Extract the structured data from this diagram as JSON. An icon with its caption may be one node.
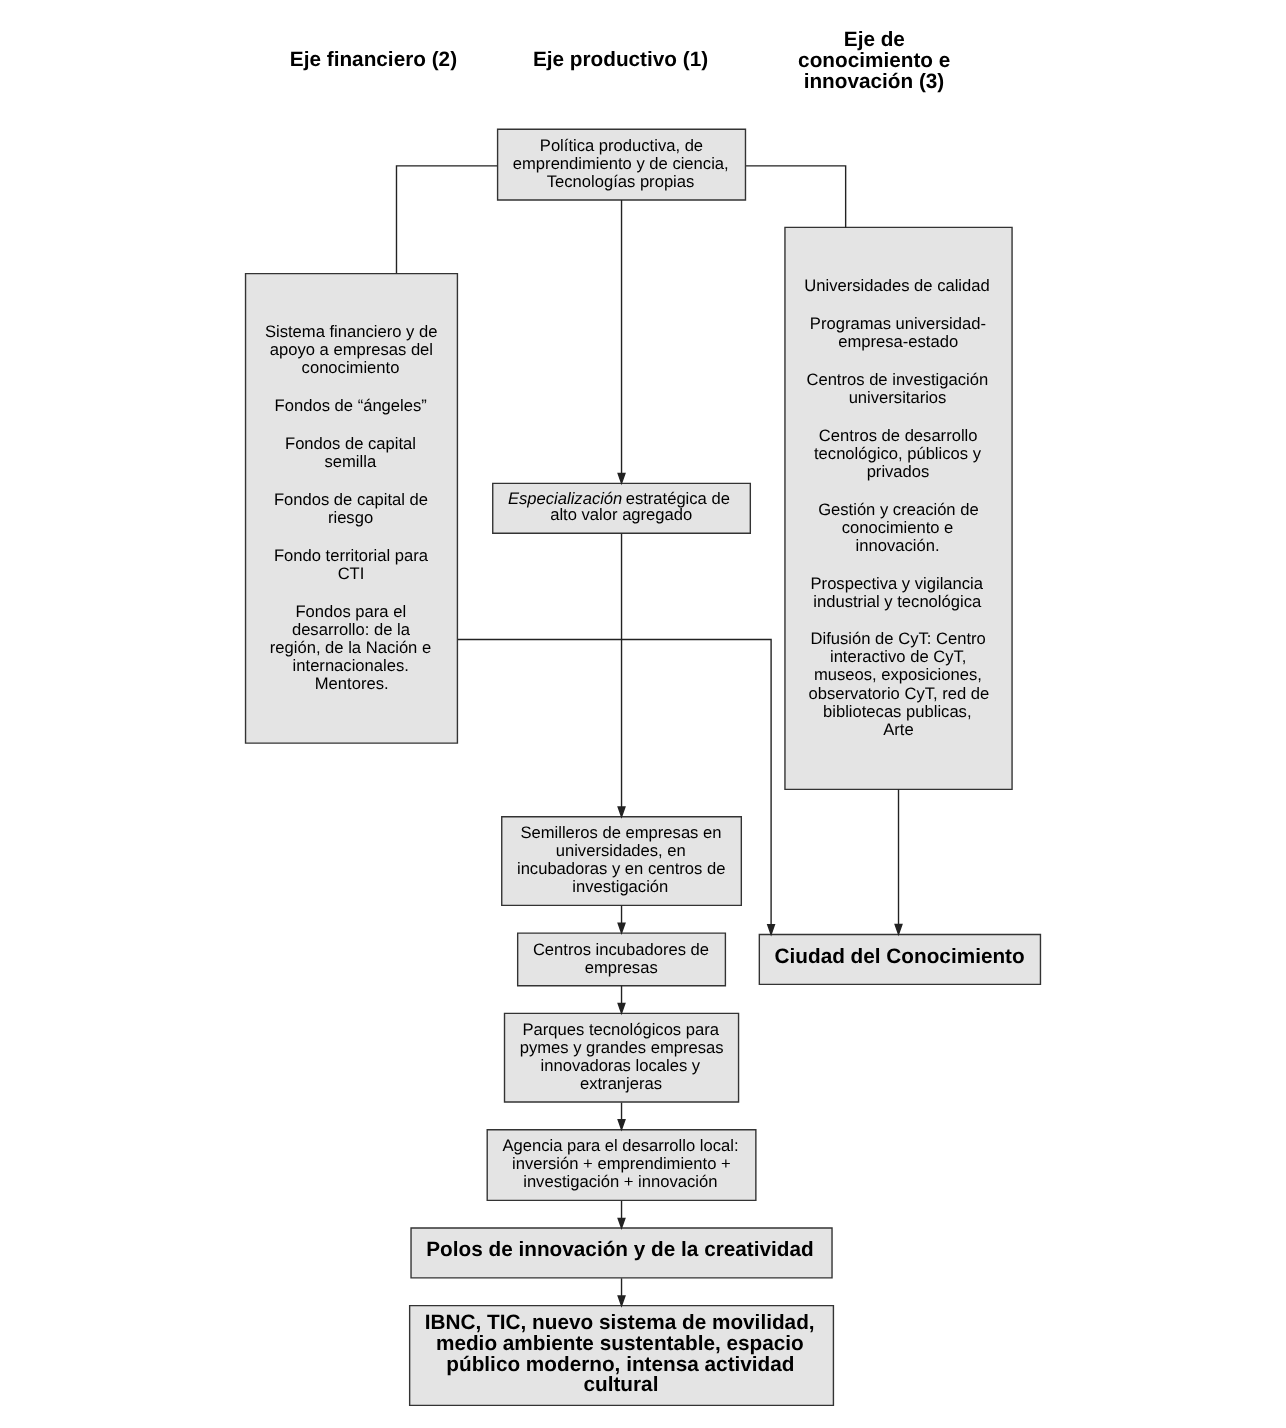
{
  "diagram": {
    "nodes": [
      {
        "text": [
          "Política productiva, de emprendimiento y de ciencia, Tecnologías propias"
        ]
      },
      {
        "text": [
          "Sistema financiero y de apoyo a empresas del conocimiento",
          "Fondos de “ángeles”",
          "Fondos de capital semilla",
          "Fondos de capital de riesgo",
          "Fondo territorial para CTI",
          "Fondos para el desarrollo: de la región, de la Nación e internacionales. Mentores."
        ]
      },
      {
        "text": [
          "Universidades de calidad",
          "Programas universidad-empresa-estado",
          "Centros de investigación universitarios",
          "Centros de desarrollo tecnológico, públicos y privados",
          "Gestión y creación de conocimiento e innovación.",
          "Prospectiva y vigilancia industrial y tecnológica",
          "Difusión de CyT: Centro interactivo de CyT, museos, exposiciones, observatorio CyT, red de bibliotecas publicas, Arte"
        ]
      },
      {
        "text": [
          "*Especialización* estratégica de alto valor agregado"
        ]
      },
      {
        "text": [
          "Semilleros de empresas en universidades, en incubadoras y en centros de investigación"
        ]
      },
      {
        "text": [
          "Centros incubadores de empresas"
        ]
      },
      {
        "text": [
          "Parques tecnológicos para pymes y grandes empresas innovadoras locales y extranjeras"
        ]
      },
      {
        "text": [
          "Agencia para el desarrollo local: inversión + emprendimiento + investigación + innovación"
        ]
      },
      {
        "text": [
          "Polos de innovación y de la creatividad"
        ]
      },
      {
        "text": [
          "IBNC, TIC, nuevo sistema de movilidad, medio ambiente sustentable, espacio público moderno, intensa actividad cultural"
        ]
      },
      {
        "text": [
          "Ciudad del Conocimiento"
        ]
      }
    ],
    "edges": [
      {
        "from": 0,
        "to": 1,
        "arrow": "none"
      },
      {
        "from": 0,
        "to": 2,
        "arrow": "none"
      },
      {
        "from": 0,
        "to": 3,
        "arrow": "to"
      },
      {
        "from": 3,
        "to": 4,
        "arrow": "to"
      },
      {
        "from": 4,
        "to": 5,
        "arrow": "to"
      },
      {
        "from": 5,
        "to": 6,
        "arrow": "to"
      },
      {
        "from": 6,
        "to": 7,
        "arrow": "to"
      },
      {
        "from": 7,
        "to": 8,
        "arrow": "to"
      },
      {
        "from": 8,
        "to": 9,
        "arrow": "to"
      },
      {
        "from": 1,
        "to": 10,
        "arrow": "to"
      },
      {
        "from": 2,
        "to": 10,
        "arrow": "to"
      }
    ],
    "labels": [
      "Eje financiero (2)",
      "Eje productivo (1)",
      "Eje de conocimiento e innovación (3)"
    ]
  }
}
